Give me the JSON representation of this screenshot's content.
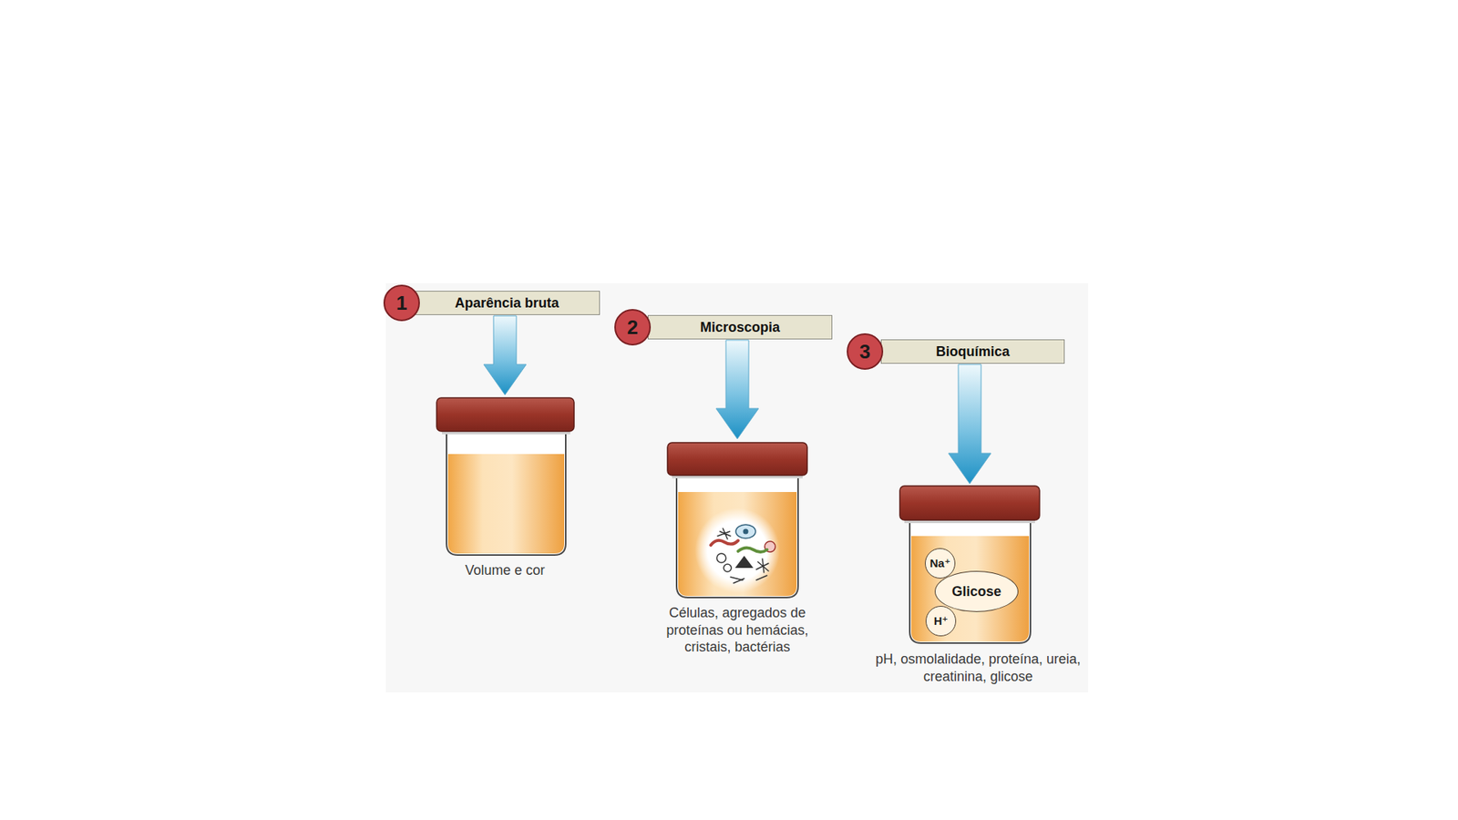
{
  "diagram": {
    "nodes": [
      {
        "text": [
          "1"
        ]
      },
      {
        "text": [
          "Aparência bruta"
        ]
      },
      {
        "text": [
          "2"
        ]
      },
      {
        "text": [
          "Microscopia"
        ]
      },
      {
        "text": [
          "3"
        ]
      },
      {
        "text": [
          "Bioquímica"
        ]
      },
      {
        "text": [
          "Na⁺"
        ]
      },
      {
        "text": [
          "Glicose"
        ]
      },
      {
        "text": [
          "H⁺"
        ]
      }
    ],
    "labels": [
      "Volume e cor",
      "Células, agregados de proteínas ou hemácias, cristais, bactérias",
      "pH, osmolalidade, proteína, ureia, creatinina, glicose"
    ]
  }
}
